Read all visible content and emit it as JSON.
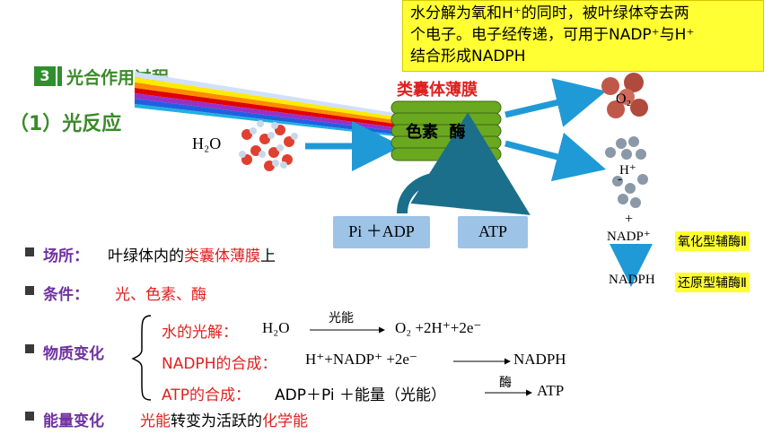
{
  "callout": {
    "line1": "水分解为氧和H⁺的同时，被叶绿体夺去两",
    "line2": "个电子。电子经传递，可用于NADP⁺与H⁺",
    "line3": "结合形成NADPH"
  },
  "section": {
    "number": "3",
    "title": "光合作用过程",
    "subtitle": "（1）光反应"
  },
  "diagram": {
    "membrane_label": "类囊体薄膜",
    "membrane_text": "色素  酶",
    "water": "H₂O",
    "oxygen": "O₂",
    "hplus": "H⁺",
    "minus": "-",
    "plus": "+",
    "nadp": "NADP⁺",
    "nadph": "NADPH",
    "oxidized_label": "氧化型辅酶Ⅱ",
    "reduced_label": "还原型辅酶Ⅱ",
    "pi_adp": "Pi ＋ADP",
    "atp": "ATP"
  },
  "facts": {
    "place_label": "场所：",
    "place_pre": "叶绿体内的",
    "place_highlight": "类囊体薄膜",
    "place_post": "上",
    "cond_label": "条件：",
    "cond_value": "光、色素、酶",
    "matter_label": "物质变化",
    "eq1_label": "水的光解：",
    "eq1_left": "H₂O",
    "eq1_over": "光能",
    "eq1_right": "O₂ +2H⁺+2e⁻",
    "eq2_label": "NADPH的合成：",
    "eq2_left": "H⁺+NADP⁺ +2e⁻",
    "eq2_right": "NADPH",
    "eq3_label": "ATP的合成：",
    "eq3_left": "ADP＋Pi ＋能量（光能）",
    "eq3_over": "酶",
    "eq3_right": "ATP",
    "energy_label": "能量变化",
    "energy_a": "光能",
    "energy_mid": "转变为活跃的",
    "energy_b": "化学能"
  },
  "colors": {
    "green": "#3a8a2a",
    "purple": "#7030a0",
    "red": "#e02020",
    "yellow": "#ffff33",
    "arrow_blue": "#1f9ad6",
    "box_blue": "#9dc3e6"
  }
}
